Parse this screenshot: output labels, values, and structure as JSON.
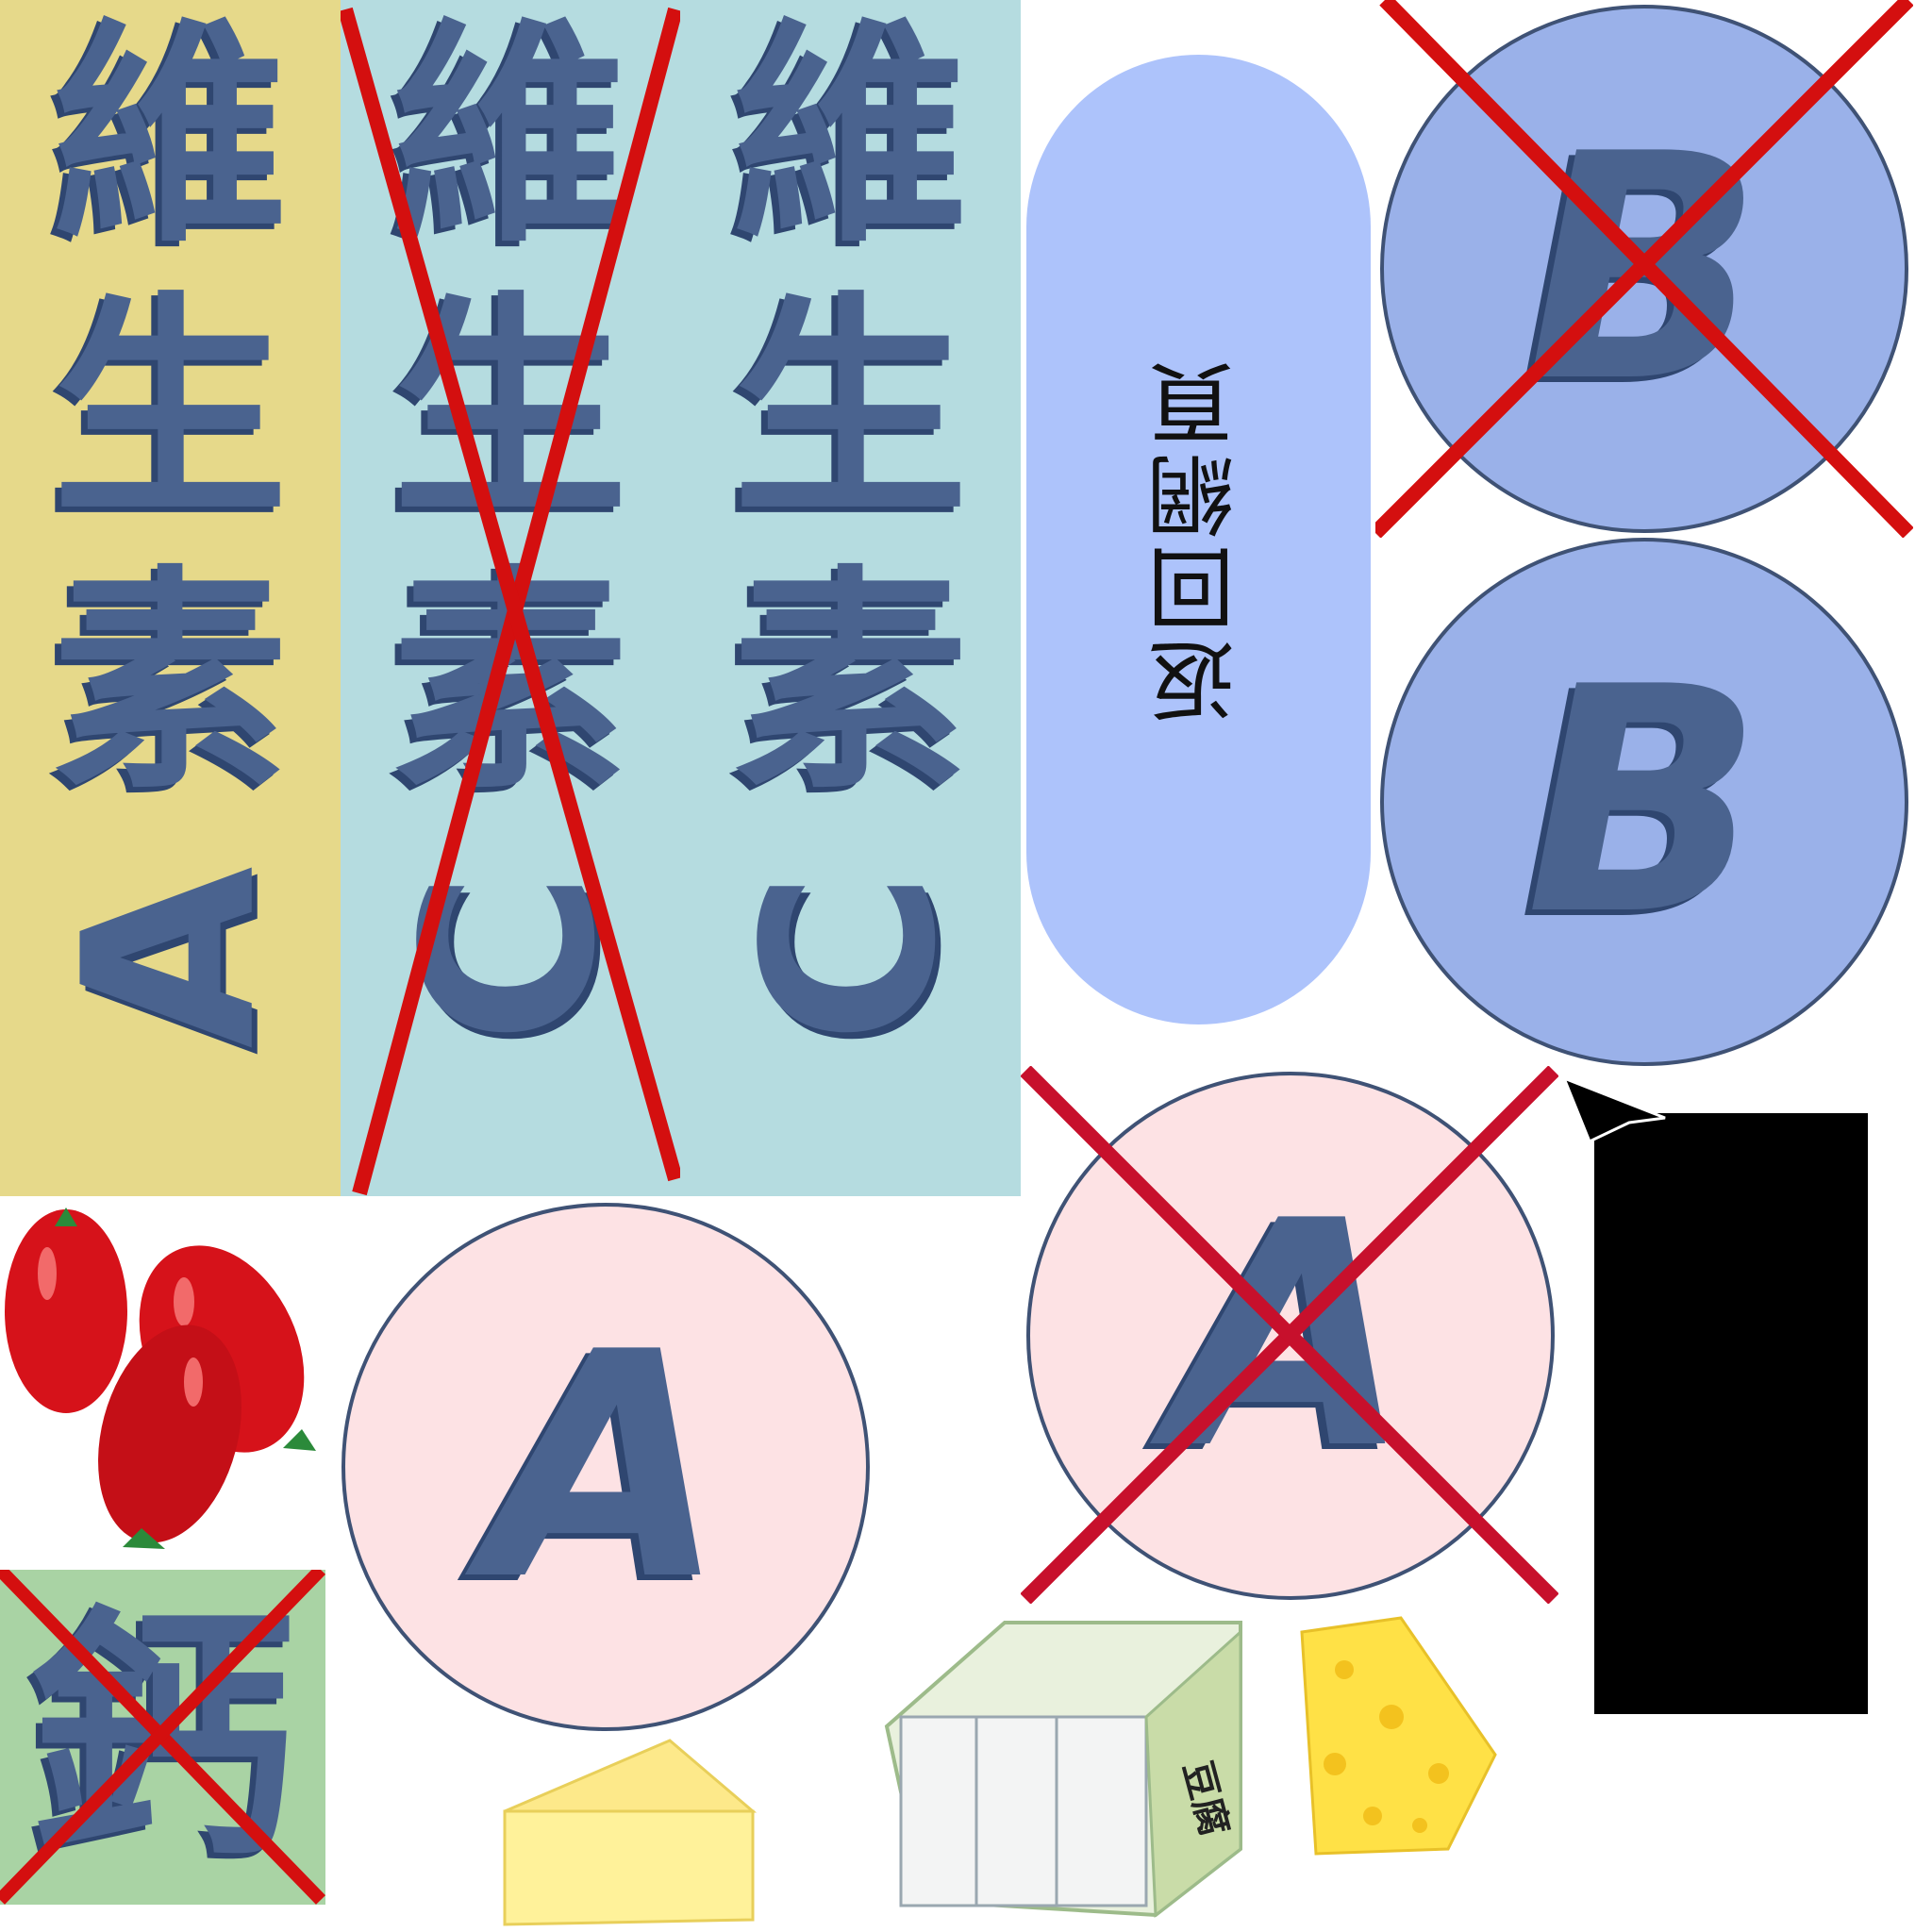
{
  "cards": {
    "vitamin_a": {
      "text": [
        "維",
        "生",
        "素",
        "A"
      ],
      "color": "#e6d98a",
      "crossed": false
    },
    "vitamin_c_crossed": {
      "text": [
        "維",
        "生",
        "素",
        "C"
      ],
      "color": "#b5dce0",
      "crossed": true
    },
    "vitamin_c": {
      "text": [
        "維",
        "生",
        "素",
        "C"
      ],
      "color": "#b5dce0",
      "crossed": false
    },
    "small_card": {
      "text": "鈣",
      "color": "#a9d3a4",
      "crossed": true
    }
  },
  "back_button": {
    "label": "返回網頁",
    "color": "#adc3fb"
  },
  "tokens": {
    "b_crossed": {
      "letter": "B",
      "color": "#9ab1e9",
      "crossed": true
    },
    "b": {
      "letter": "B",
      "color": "#9ab1e9",
      "crossed": false
    },
    "a": {
      "letter": "A",
      "color": "#fde2e4",
      "crossed": false
    },
    "a_crossed": {
      "letter": "A",
      "color": "#fde2e4",
      "crossed": true
    }
  },
  "food_items": {
    "tofu_label": "豆腐",
    "items": [
      "tomato-icon",
      "cheese-wedge-icon",
      "tofu-pack-icon",
      "swiss-cheese-icon"
    ]
  },
  "colors": {
    "cross_red": "#d40f0f",
    "cross_crimson": "#c7102c",
    "border": "#3f5275",
    "letter": "#4a638f"
  }
}
